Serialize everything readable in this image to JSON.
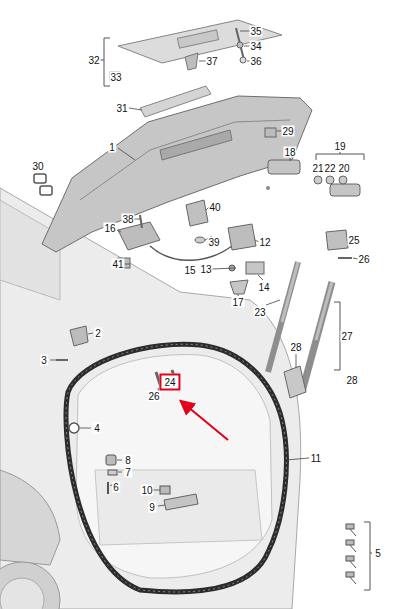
{
  "diagram": {
    "nodes": [
      {
        "text": [
          "24"
        ]
      }
    ],
    "labels": [
      "35",
      "34",
      "36",
      "37",
      "32",
      "33",
      "31",
      "1",
      "29",
      "19",
      "21",
      "22",
      "20",
      "18",
      "30",
      "38",
      "40",
      "16",
      "39",
      "12",
      "25",
      "26",
      "41",
      "15",
      "13",
      "14",
      "17",
      "23",
      "27",
      "2",
      "28",
      "3",
      "26",
      "28",
      "4",
      "11",
      "8",
      "7",
      "6",
      "10",
      "9",
      "5"
    ]
  }
}
